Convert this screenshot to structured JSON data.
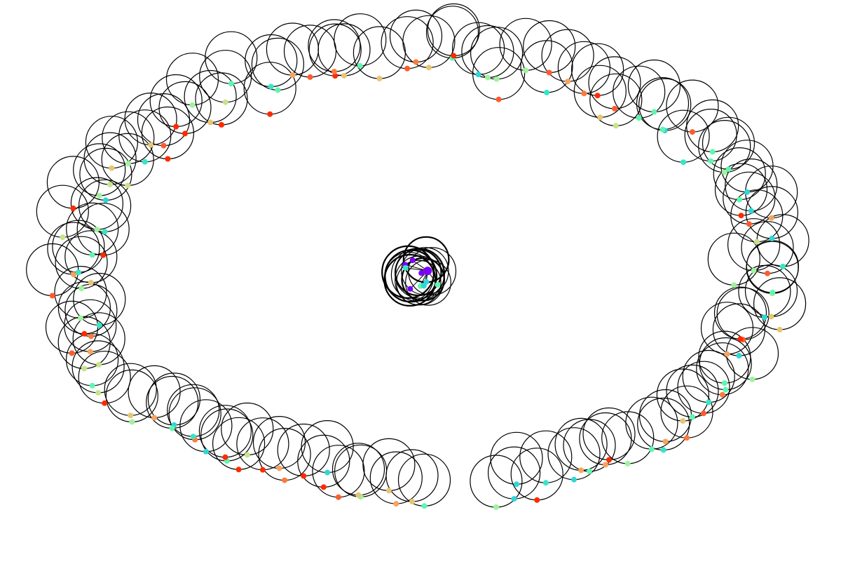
{
  "diagram": {
    "type": "network-graph",
    "layout": "spring",
    "edge_color": "#000000",
    "background": "#ffffff",
    "palette": [
      "#ff2a00",
      "#ff5a2e",
      "#ff7a3a",
      "#f7a35c",
      "#e8c573",
      "#c8e38a",
      "#9ff39d",
      "#5ff6b0",
      "#35e6c6",
      "#2fd6d6",
      "#7a00ff"
    ],
    "node_count_outer": 150,
    "node_count_center": 10,
    "has_text_labels": false
  }
}
